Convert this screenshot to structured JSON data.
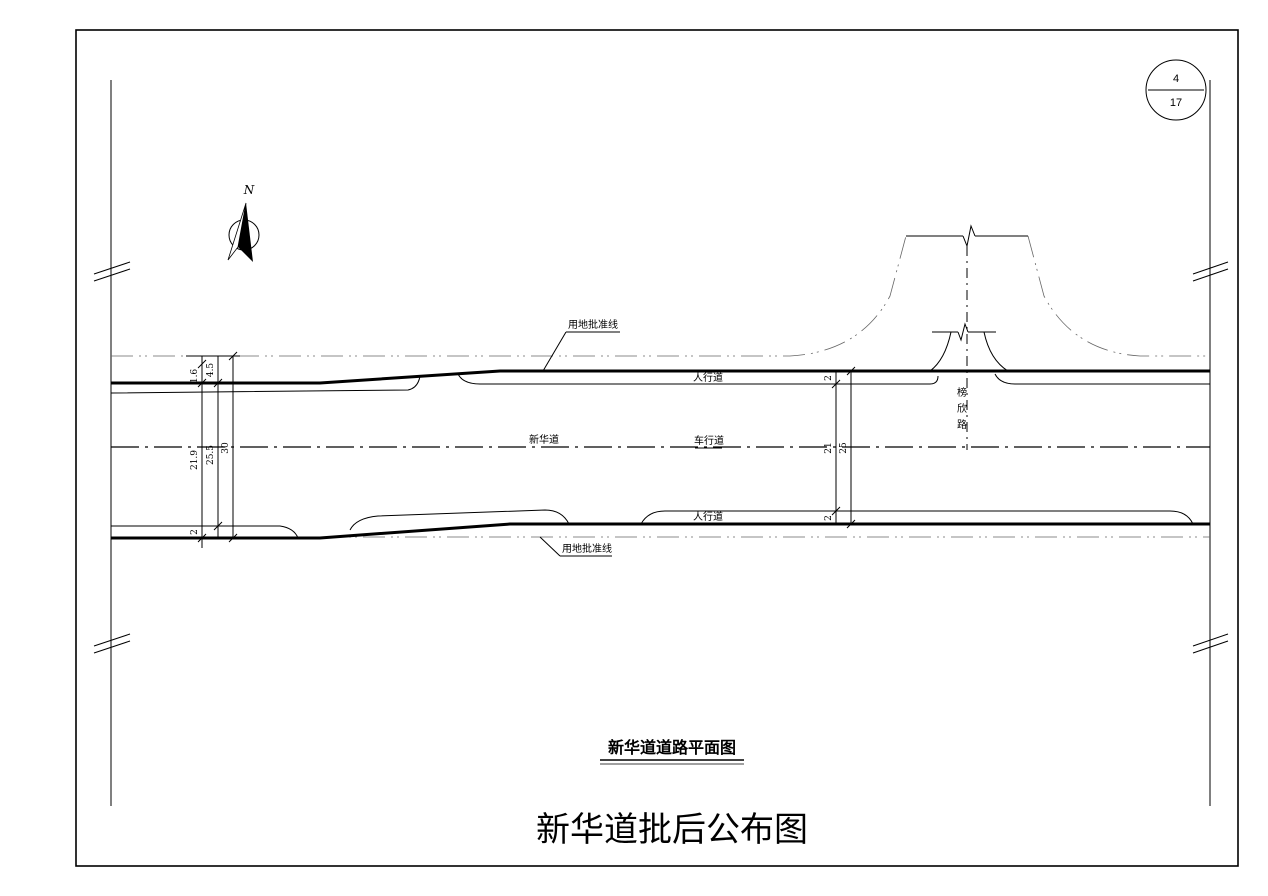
{
  "sheet": {
    "number": "4",
    "total": "17"
  },
  "north": {
    "label": "N"
  },
  "labels": {
    "land_line_top": "用地批准线",
    "land_line_bottom": "用地批准线",
    "road_name": "新华道",
    "carriageway": "车行道",
    "sidewalk_top": "人行道",
    "sidewalk_bottom": "人行道",
    "cross_road": [
      "榜",
      "欣",
      "路"
    ]
  },
  "dimensions": {
    "left": {
      "top_a": "1.6",
      "top_b": "4.5",
      "mid_a": "21.9",
      "mid_b": "25.5",
      "mid_c": "30",
      "bottom": "2"
    },
    "right": {
      "top": "2",
      "mid_a": "21",
      "mid_b": "25",
      "bottom": "2"
    }
  },
  "titles": {
    "plan": "新华道道路平面图",
    "main": "新华道批后公布图"
  }
}
